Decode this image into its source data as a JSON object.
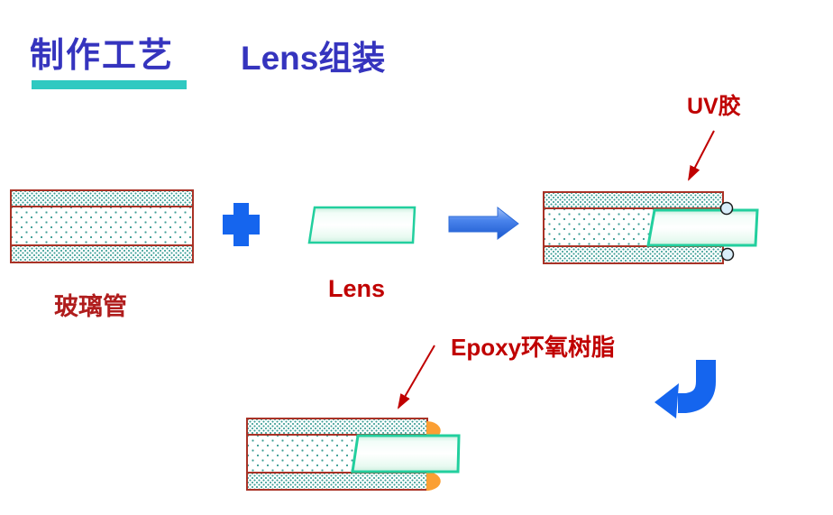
{
  "slide": {
    "title": "制作工艺",
    "subtitle": "Lens组装"
  },
  "diagram": {
    "glass_tube_label": "玻璃管",
    "lens_label": "Lens",
    "uv_glue_label": "UV胶",
    "epoxy_label": "Epoxy环氧树脂"
  },
  "colors": {
    "title_blue": "#3534BE",
    "underline_teal": "#2FC9C1",
    "label_red": "#C00000",
    "tube_border_red": "#A93226",
    "tube_dot_teal": "#3D9E96",
    "lens_border_green": "#22CF9E",
    "lens_fill_mint": "#D9F6E9",
    "process_blue": "#1565EE",
    "uv_glue_dot_fill": "#D9EEFA",
    "epoxy_orange": "#FB9F33"
  },
  "icons": {
    "plus": "plus-icon",
    "arrow_right": "arrow-right-icon",
    "arrow_curved": "curved-arrow-icon",
    "uv_pointer": "uv-pointer-arrow-icon",
    "epoxy_pointer": "epoxy-pointer-arrow-icon"
  }
}
